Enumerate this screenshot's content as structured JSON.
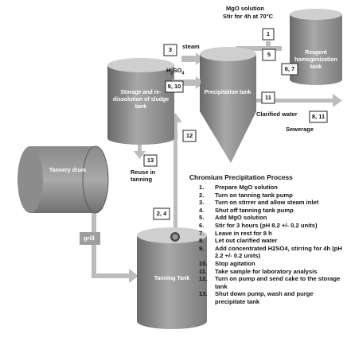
{
  "tanks": {
    "reagent": "Reagent homogenization tank",
    "precipitation": "Precipitation tank",
    "storage": "Storage and re-dissolution of sludge tank",
    "tannery_drum": "Tannery drum",
    "tanning": "Tanning Tank"
  },
  "labels": {
    "mgo_solution": "MgO solution",
    "stir": "Stir for  4h  at 70°C",
    "steam": "steam",
    "h2so4": "H2SO4",
    "clarified_water": "Clarified water",
    "sewerage": "Sewerage",
    "reuse": "Reuse in tanning",
    "grill": "grill"
  },
  "step_boxes": {
    "b1": "1",
    "b3": "3",
    "b5": "5",
    "b67": "6, 7",
    "b910": "9, 10",
    "b11": "11",
    "b811": "8, 11",
    "b12": "12",
    "b13": "13",
    "b24": "2, 4"
  },
  "process": {
    "title": "Chromium Precipitation Process",
    "steps": [
      {
        "num": "1.",
        "text": "Prepare MgO solution"
      },
      {
        "num": "2.",
        "text": "Turn on tanning tank pump"
      },
      {
        "num": "3.",
        "text": "Turn on stirrer and allow steam inlet"
      },
      {
        "num": "4.",
        "text": "Shut off tanning tank pump"
      },
      {
        "num": "5.",
        "text": "Add MgO solution"
      },
      {
        "num": "6.",
        "text": "Stir for 3 hours (pH 8.2 +/- 0.2 units)"
      },
      {
        "num": "7.",
        "text": "Leave in rest for 8 h"
      },
      {
        "num": "8.",
        "text": "Let out clarified water"
      },
      {
        "num": "9.",
        "text": "Add concentrated H2SO4, stirring for 4h (pH 2.2 +/- 0.2 units)"
      },
      {
        "num": "10.",
        "text": "Stop agitation"
      },
      {
        "num": "11.",
        "text": "Take sample for laboratory analysis"
      },
      {
        "num": "12.",
        "text": "Turn on pump and send cake to the storage tank"
      },
      {
        "num": "13.",
        "text": "Shut down pump, wash and purge precipitate tank"
      }
    ]
  },
  "colors": {
    "tank_dark": "#7a7a7a",
    "tank_light": "#bdbdbd",
    "pipe": "#bcbcbc",
    "text": "#111111"
  }
}
